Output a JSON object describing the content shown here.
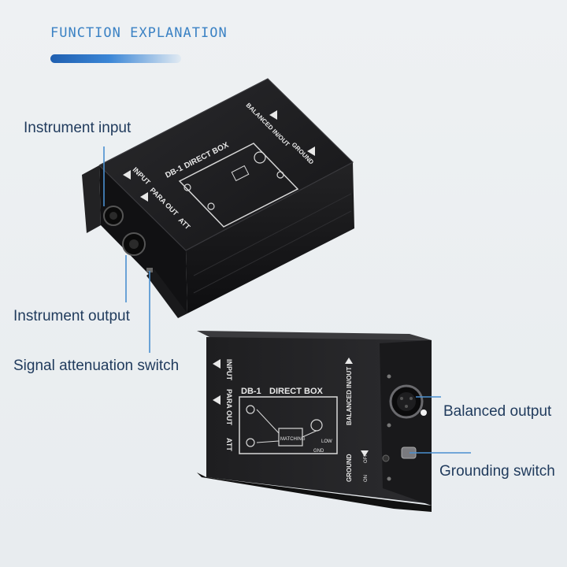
{
  "header": {
    "title": "FUNCTION EXPLANATION"
  },
  "callouts": {
    "instrument_input": "Instrument input",
    "instrument_output": "Instrument output",
    "signal_attenuation_switch": "Signal attenuation switch",
    "balanced_output": "Balanced output",
    "grounding_switch": "Grounding switch"
  },
  "device": {
    "model": "DB-1",
    "name_label": "DIRECT BOX",
    "input_label": "INPUT",
    "para_out_label": "PARA OUT",
    "att_label": "ATT",
    "balanced_label": "BALANCED IN/OUT",
    "ground_label": "GROUND",
    "matching_label": "MATCHING",
    "low_label": "LOW",
    "gnd_label": "GND",
    "on_label": "ON",
    "off_label": "OFF"
  },
  "colors": {
    "accent": "#3b82c4",
    "callout_line": "#4a8fd0",
    "device_body": "#1c1c1e",
    "label_text": "#e8e8e8"
  }
}
